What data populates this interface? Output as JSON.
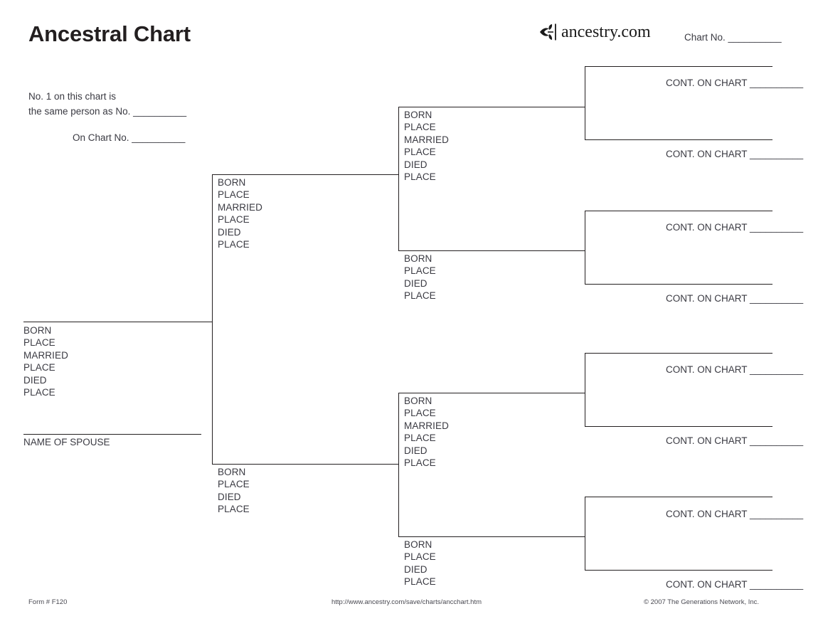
{
  "header": {
    "title": "Ancestral Chart",
    "logo_icon": "ancestry-leaf-icon",
    "logo_text": "ancestry.com",
    "chart_no_label": "Chart No. __________"
  },
  "note": {
    "line1": "No. 1 on this chart is",
    "line2": "the same person as No. __________",
    "line3": "On Chart No. __________"
  },
  "person1": {
    "fields": [
      "BORN",
      "PLACE",
      "MARRIED",
      "PLACE",
      "DIED",
      "PLACE"
    ],
    "spouse_label": "NAME OF SPOUSE"
  },
  "gen2": [
    {
      "fields": [
        "BORN",
        "PLACE",
        "MARRIED",
        "PLACE",
        "DIED",
        "PLACE"
      ]
    },
    {
      "fields": [
        "BORN",
        "PLACE",
        "DIED",
        "PLACE"
      ]
    }
  ],
  "gen3": [
    {
      "fields": [
        "BORN",
        "PLACE",
        "MARRIED",
        "PLACE",
        "DIED",
        "PLACE"
      ]
    },
    {
      "fields": [
        "BORN",
        "PLACE",
        "DIED",
        "PLACE"
      ]
    },
    {
      "fields": [
        "BORN",
        "PLACE",
        "MARRIED",
        "PLACE",
        "DIED",
        "PLACE"
      ]
    },
    {
      "fields": [
        "BORN",
        "PLACE",
        "DIED",
        "PLACE"
      ]
    }
  ],
  "gen4": [
    {
      "cont_label": "CONT. ON CHART __________"
    },
    {
      "cont_label": "CONT. ON CHART __________"
    },
    {
      "cont_label": "CONT. ON CHART __________"
    },
    {
      "cont_label": "CONT. ON CHART __________"
    },
    {
      "cont_label": "CONT. ON CHART __________"
    },
    {
      "cont_label": "CONT. ON CHART __________"
    },
    {
      "cont_label": "CONT. ON CHART __________"
    },
    {
      "cont_label": "CONT. ON CHART __________"
    }
  ],
  "footer": {
    "form_number": "Form # F120",
    "url": "http://www.ancestry.com/save/charts/ancchart.htm",
    "copyright": "© 2007 The Generations Network, Inc."
  },
  "colors": {
    "ink": "#231f20",
    "text": "#3a3a42",
    "background": "#ffffff"
  }
}
